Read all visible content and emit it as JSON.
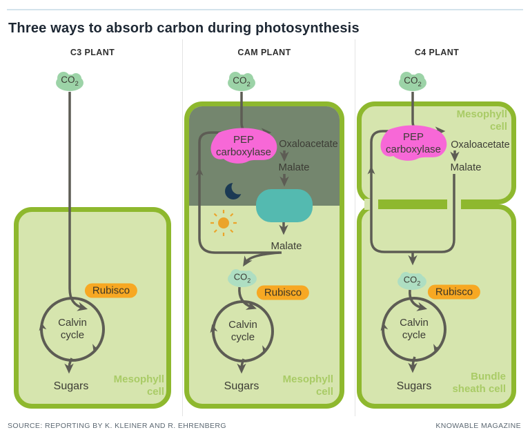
{
  "title": "Three ways to absorb carbon during photosynthesis",
  "panels": {
    "c3": {
      "header": "C3 PLANT",
      "cell_name": [
        "Mesophyll",
        "cell"
      ]
    },
    "cam": {
      "header": "CAM PLANT",
      "cell_name": [
        "Mesophyll",
        "cell"
      ]
    },
    "c4": {
      "header": "C4 PLANT",
      "mesophyll_name": [
        "Mesophyll",
        "cell"
      ],
      "bundle_name": [
        "Bundle",
        "sheath cell"
      ]
    }
  },
  "molecules": {
    "co2_base": "CO",
    "co2_sub": "2",
    "oxaloacetate": "Oxaloacetate",
    "malate": "Malate",
    "sugars": "Sugars"
  },
  "enzymes": {
    "pep_line1": "PEP",
    "pep_line2": "carboxylase",
    "rubisco": "Rubisco"
  },
  "cycle": {
    "line1": "Calvin",
    "line2": "cycle"
  },
  "icons": {
    "night": "moon-icon",
    "day": "sun-icon"
  },
  "footer": {
    "source": "SOURCE: REPORTING BY K. KLEINER AND R. EHRENBERG",
    "credit": "KNOWABLE MAGAZINE"
  },
  "colors": {
    "cell_border": "#8eb82e",
    "cell_fill": "#d6e5ae",
    "night_overlay": "#74866e",
    "vacuole": "#54bab0",
    "pep_blob": "#f768d7",
    "rubisco_pill": "#f7a823",
    "co2_cloud": "#9cd3a7",
    "co2_small_cloud": "#aedec2",
    "flow_line": "#5d5c54",
    "cell_label_text": "#a9cb66",
    "moon": "#1b3a54",
    "sun": "#eba42b"
  }
}
